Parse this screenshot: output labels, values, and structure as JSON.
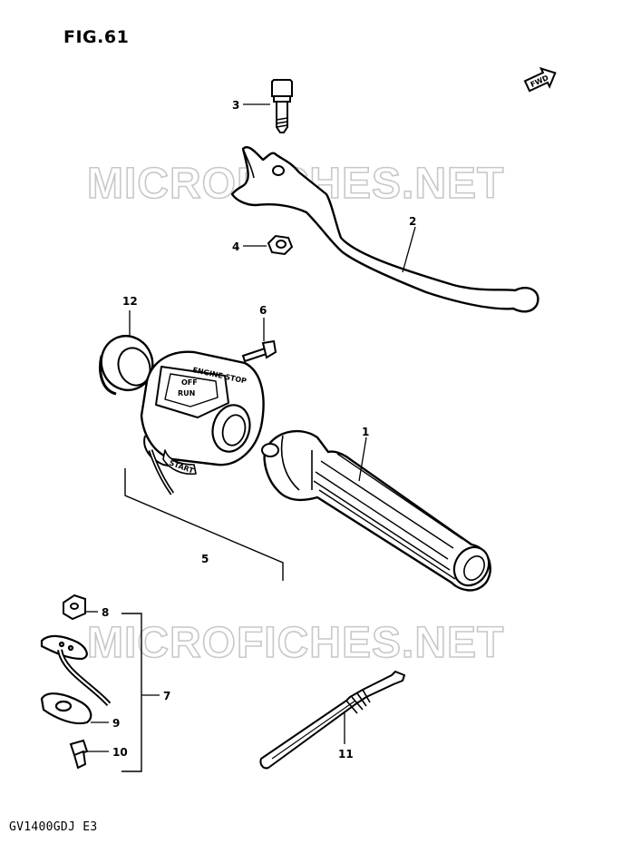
{
  "figure": {
    "title": "FIG.61",
    "model_code": "GV1400GDJ  E3"
  },
  "watermark": {
    "text": "MICROFICHES.NET"
  },
  "parts": {
    "lever": "2",
    "bolt": "3",
    "nut": "4",
    "screw": "6",
    "switch_assembly": "5",
    "grip": "1",
    "grip_end": "12",
    "clamp_set": "7",
    "clamp_top": "8",
    "clamp_bottom": "9",
    "clamp_screw": "10",
    "strap": "11"
  },
  "switch_labels": {
    "engine_stop": "ENGINE STOP",
    "off": "OFF",
    "run": "RUN",
    "start": "START"
  },
  "direction_arrow": {
    "label": "FWD",
    "icon": "forward-arrow-icon"
  },
  "colors": {
    "ink": "#000000",
    "watermark": "#c8c8c8",
    "paper": "#ffffff"
  }
}
